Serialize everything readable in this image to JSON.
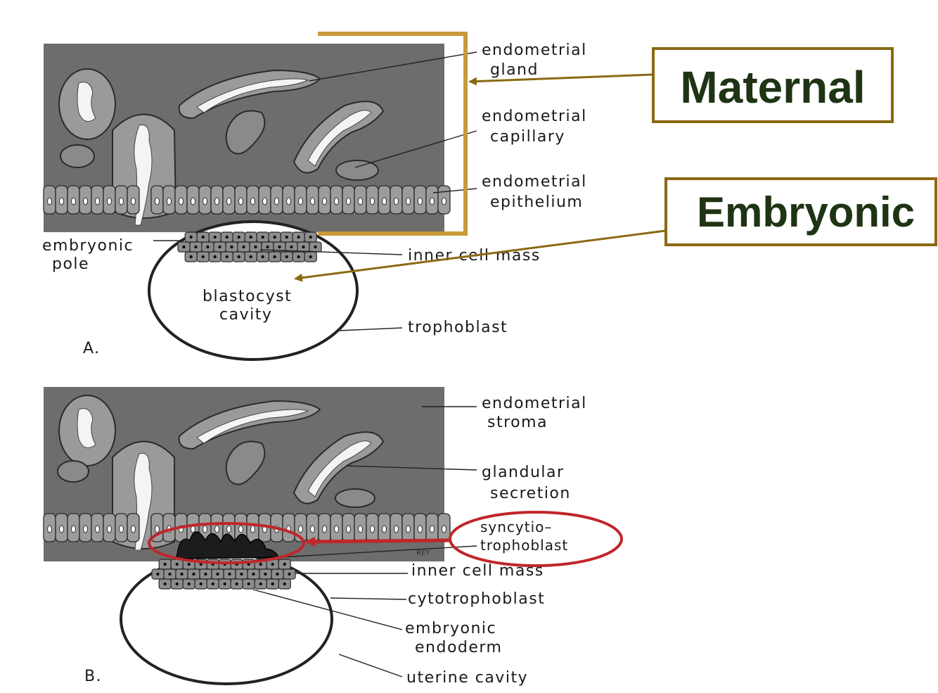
{
  "panel_a": {
    "letter": "A.",
    "labels": {
      "endometrial_gland": [
        "endometrial",
        "gland"
      ],
      "endometrial_capillary": [
        "endometrial",
        "capillary"
      ],
      "endometrial_epithelium": [
        "endometrial",
        "epithelium"
      ],
      "embryonic_pole": [
        "embryonic",
        "pole"
      ],
      "inner_cell_mass": "inner cell mass",
      "blastocyst_cavity": [
        "blastocyst",
        "cavity"
      ],
      "trophoblast": "trophoblast"
    }
  },
  "panel_b": {
    "letter": "B.",
    "labels": {
      "endometrial_stroma": [
        "endometrial",
        "stroma"
      ],
      "glandular_secretion": [
        "glandular",
        "secretion"
      ],
      "syncytiotrophoblast": [
        "syncytio–",
        "trophoblast"
      ],
      "inner_cell_mass": "inner cell mass",
      "cytotrophoblast": "cytotrophoblast",
      "embryonic_endoderm": [
        "embryonic",
        "endoderm"
      ],
      "uterine_cavity": "uterine cavity",
      "signature": "REY"
    }
  },
  "callouts": {
    "maternal": "Maternal",
    "embryonic": "Embryonic"
  },
  "colors": {
    "callout_border": "#8b6914",
    "bracket": "#c89a3a",
    "callout_text": "#1e3414",
    "highlight_ring": "#c0262b"
  }
}
